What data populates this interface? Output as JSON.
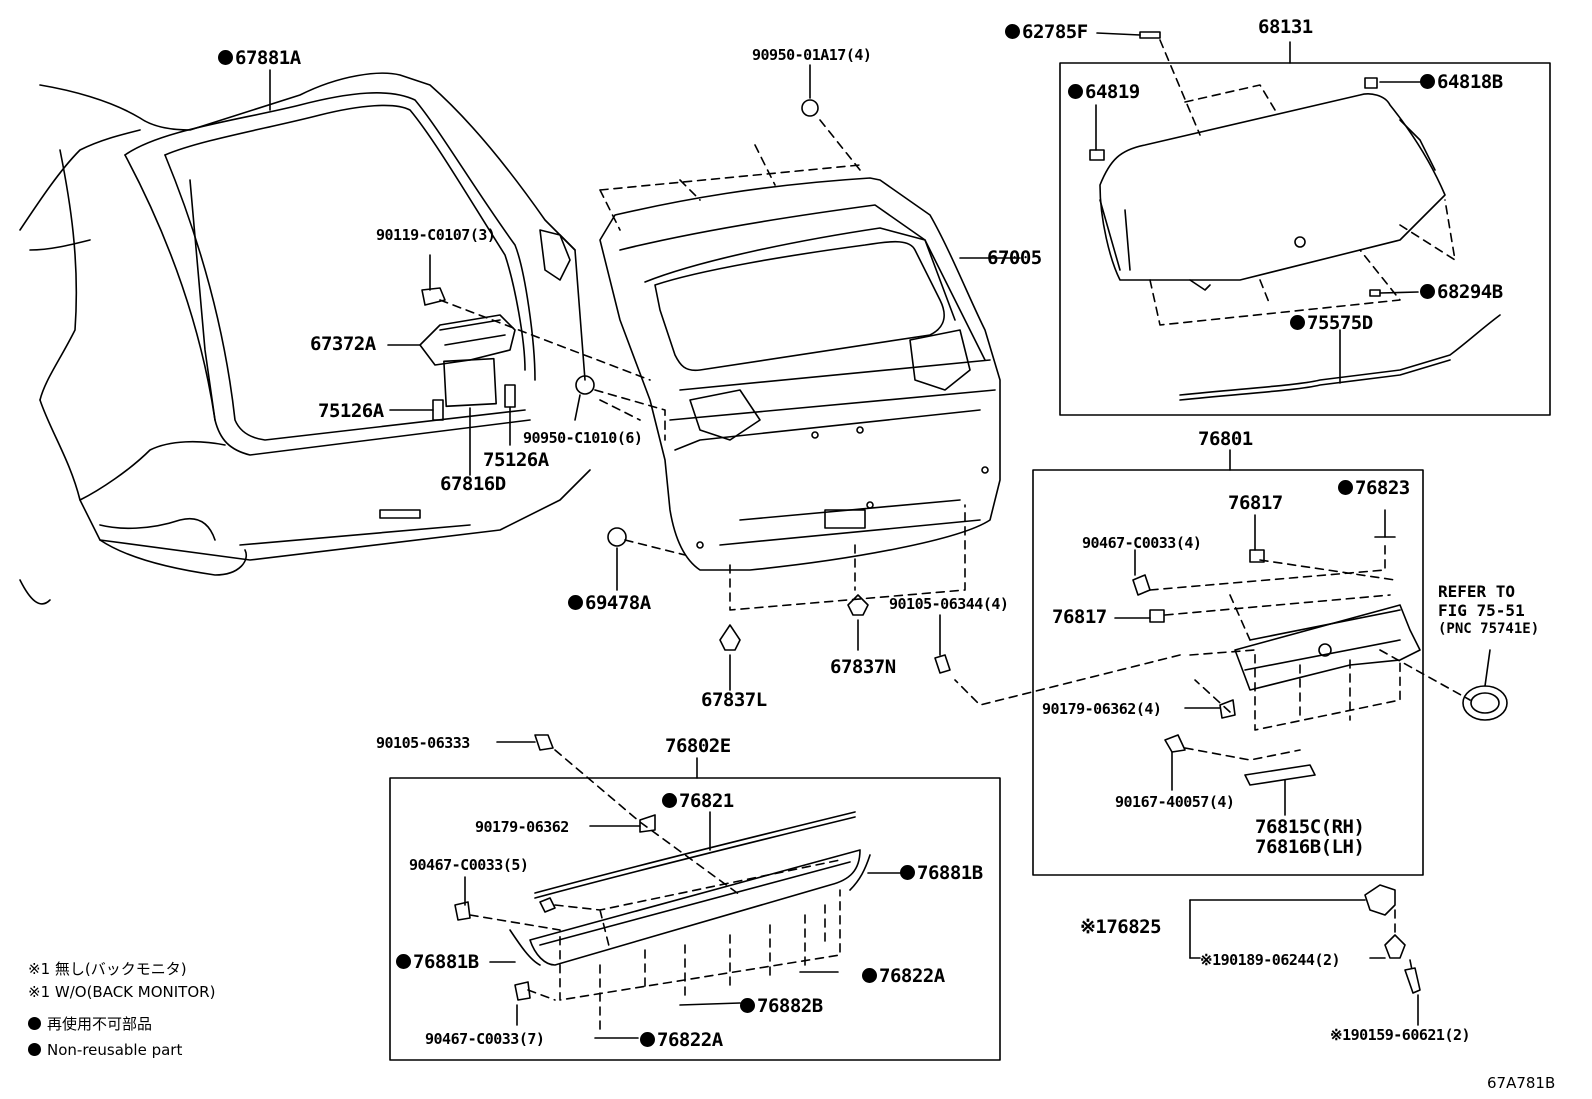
{
  "labels": {
    "p67881A": "67881A",
    "p90950_01A17": "90950-01A17(4)",
    "p62785F": "62785F",
    "p68131": "68131",
    "p64819": "64819",
    "p64818B": "64818B",
    "p67005": "67005",
    "p90119_C0107": "90119-C0107(3)",
    "p68294B": "68294B",
    "p75575D": "75575D",
    "p67372A": "67372A",
    "p75126A_a": "75126A",
    "p90950_C1010": "90950-C1010(6)",
    "p75126A_b": "75126A",
    "p67816D": "67816D",
    "p76801": "76801",
    "p76817_a": "76817",
    "p76823": "76823",
    "p90467_C0033_4": "90467-C0033(4)",
    "p69478A": "69478A",
    "p90105_06344": "90105-06344(4)",
    "p76817_b": "76817",
    "p67837N": "67837N",
    "p67837L": "67837L",
    "p90179_06362_4": "90179-06362(4)",
    "p90105_06333": "90105-06333",
    "p76802E": "76802E",
    "p76821": "76821",
    "p90179_06362": "90179-06362",
    "p90167_40057": "90167-40057(4)",
    "p76815C": "76815C(RH)",
    "p76816B": "76816B(LH)",
    "p90467_C0033_5": "90467-C0033(5)",
    "p76881B_r": "76881B",
    "p76825": "76825",
    "p76881B_l": "76881B",
    "p76822A_r": "76822A",
    "p90189_06244": "90189-06244(2)",
    "p76882B": "76882B",
    "p90467_C0033_7": "90467-C0033(7)",
    "p76822A_b": "76822A",
    "p90159_60621": "90159-60621(2)"
  },
  "marks": {
    "nonreusable": "●",
    "note1": "※1"
  },
  "refer": {
    "line1": "REFER TO",
    "line2": "FIG 75-51",
    "line3": "(PNC 75741E)"
  },
  "legend": {
    "note_jp": "※1 無し(バックモニタ)",
    "note_en": "※1 W/O(BACK MONITOR)",
    "nonreusable_jp": "再使用不可部品",
    "nonreusable_en": "Non-reusable part"
  },
  "diagram_code": "67A781B"
}
